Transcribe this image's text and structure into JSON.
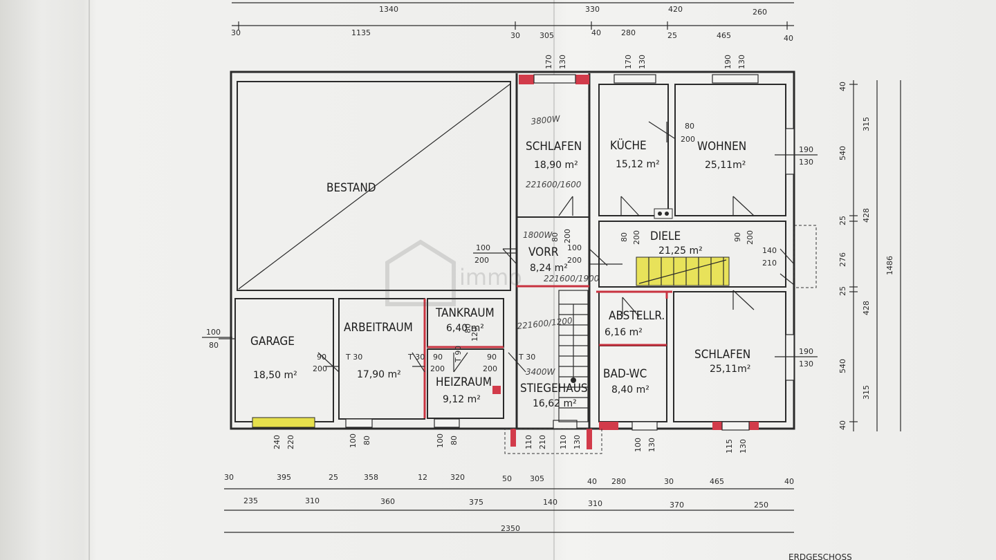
{
  "top_dims_row1": [
    "1340",
    "330",
    "420",
    "260"
  ],
  "top_dims_row2": [
    "30",
    "1135",
    "30",
    "305",
    "40",
    "280",
    "25",
    "465",
    "40"
  ],
  "rooms": [
    {
      "name": "BESTAND",
      "area": ""
    },
    {
      "name": "SCHLAFEN",
      "area": "18,90 m²"
    },
    {
      "name": "KÜCHE",
      "area": "15,12 m²"
    },
    {
      "name": "WOHNEN",
      "area": "25,11m²"
    },
    {
      "name": "VORR",
      "area": "8,24 m²"
    },
    {
      "name": "DIELE",
      "area": "21,25 m²"
    },
    {
      "name": "GARAGE",
      "area": "18,50 m²"
    },
    {
      "name": "ARBEITRAUM",
      "area": "17,90 m²"
    },
    {
      "name": "TANKRAUM",
      "area": "6,40 m²"
    },
    {
      "name": "HEIZRAUM",
      "area": "9,12 m²"
    },
    {
      "name": "STIEGEHAUS",
      "area": "16,62 m²"
    },
    {
      "name": "ABSTELLR.",
      "area": "6,16 m²"
    },
    {
      "name": "BAD-WC",
      "area": "8,40 m²"
    },
    {
      "name": "SCHLAFEN",
      "area": "25,11m²"
    }
  ],
  "pencil_notes": [
    "3800W",
    "221600/1600",
    "1800W",
    "221600/1900",
    "221600/1200",
    "3400W"
  ],
  "window_labels": [
    "170",
    "130",
    "170",
    "130",
    "190",
    "130",
    "190",
    "130",
    "190",
    "130"
  ],
  "door_labels": {
    "kueche": [
      "80",
      "200"
    ],
    "vorr_left": [
      "100",
      "200"
    ],
    "vorr_right": [
      "100",
      "200"
    ],
    "garage": [
      "100",
      "80"
    ],
    "arbeit": [
      "90",
      "200",
      "T 30"
    ],
    "heiz_left": [
      "90",
      "200",
      "T 30"
    ],
    "heiz_right": [
      "90",
      "200",
      "T 30"
    ],
    "tank": [
      "T 90",
      "80",
      "120"
    ],
    "diele_door": [
      "140",
      "210"
    ]
  },
  "right_dims_inner": [
    "40",
    "540",
    "25",
    "276",
    "25",
    "540",
    "40"
  ],
  "right_dims_mid": [
    "315",
    "428",
    "428",
    "315"
  ],
  "right_dims_outer": [
    "1486"
  ],
  "bottom_windows": [
    "240",
    "220",
    "100",
    "80",
    "100",
    "80",
    "110",
    "210",
    "110",
    "130",
    "100",
    "130",
    "115",
    "130"
  ],
  "bottom_dims_row1": [
    "30",
    "395",
    "25",
    "358",
    "12",
    "320",
    "50",
    "305",
    "40",
    "280",
    "30",
    "465",
    "40"
  ],
  "bottom_dims_row2": [
    "235",
    "310",
    "360",
    "375",
    "140",
    "310",
    "370",
    "250"
  ],
  "bottom_total": "2350",
  "footer_label": "ERDGESCHOSS",
  "watermark": "immo",
  "colors": {
    "red_marks": "#d23b4a",
    "stair_yellow": "#e8e25a",
    "garage_door_yellow": "#e6e04c"
  }
}
